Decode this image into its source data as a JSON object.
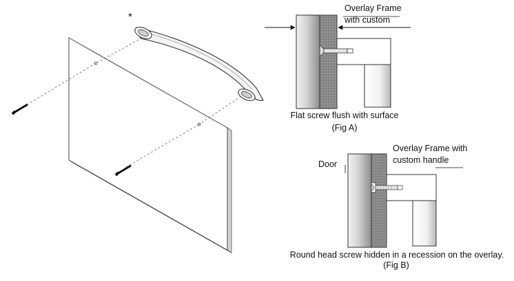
{
  "labels": {
    "star": "*",
    "figA_top_line1": "Overlay Frame",
    "figA_top_line2": "with custom",
    "figA_caption": "Flat screw flush with surface",
    "figA_name": "(Fig A)",
    "figB_door": "Door",
    "figB_top_line1": "Overlay Frame with",
    "figB_top_line2": "custom handle",
    "figB_caption": "Round head screw hidden in a recession on the overlay.",
    "figB_name": "(Fig B)"
  },
  "colors": {
    "stroke": "#3a3a3a",
    "door_light": "#e6e6e6",
    "door_dark": "#9a9a9a",
    "frame_hatch": "#8a8a8a",
    "panel_shadow": "#c9c9c9"
  }
}
